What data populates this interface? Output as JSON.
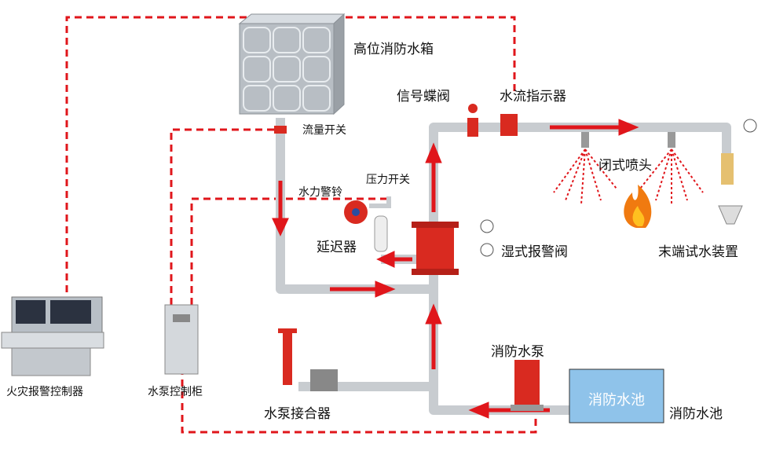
{
  "labels": {
    "tank": "高位消防水箱",
    "signal_valve": "信号蝶阀",
    "flow_indicator": "水流指示器",
    "flow_switch": "流量开关",
    "pressure_switch": "压力开关",
    "water_bell": "水力警铃",
    "sprinkler": "闭式喷头",
    "retard": "延迟器",
    "alarm_valve": "湿式报警阀",
    "end_test": "末端试水装置",
    "pump": "消防水泵",
    "pool_inner": "消防水池",
    "pool": "消防水池",
    "connector": "水泵接合器",
    "fire_controller": "火灾报警控制器",
    "pump_cabinet": "水泵控制柜"
  },
  "colors": {
    "pipe": "#c8ccd0",
    "flow": "#e0161b",
    "signal": "#e0161b",
    "pool": "#8fc3ea",
    "equipment": "#d92a20"
  }
}
